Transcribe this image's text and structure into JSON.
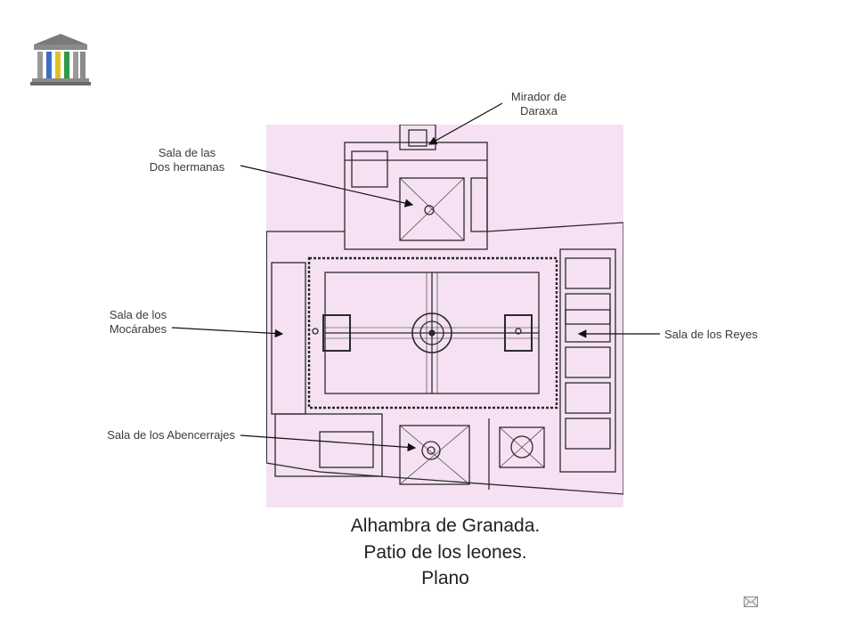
{
  "labels": {
    "mirador": "Mirador de\nDaraxa",
    "dos_hermanas": "Sala de las\nDos hermanas",
    "mocarabes": "Sala de los\nMocárabes",
    "reyes": "Sala de los Reyes",
    "abencerrajes": "Sala de los Abencerrajes"
  },
  "title": {
    "line1": "Alhambra de Granada.",
    "line2": "Patio de los leones.",
    "line3": "Plano"
  },
  "icons": {
    "logo": "temple-logo-icon",
    "mail": "envelope-icon"
  },
  "colors": {
    "plan_background": "#f5e1f3",
    "ink": "#2a2a2a",
    "logo_accent_blue": "#3b6fc4",
    "logo_accent_yellow": "#e0c020",
    "logo_accent_green": "#2f9a48"
  }
}
